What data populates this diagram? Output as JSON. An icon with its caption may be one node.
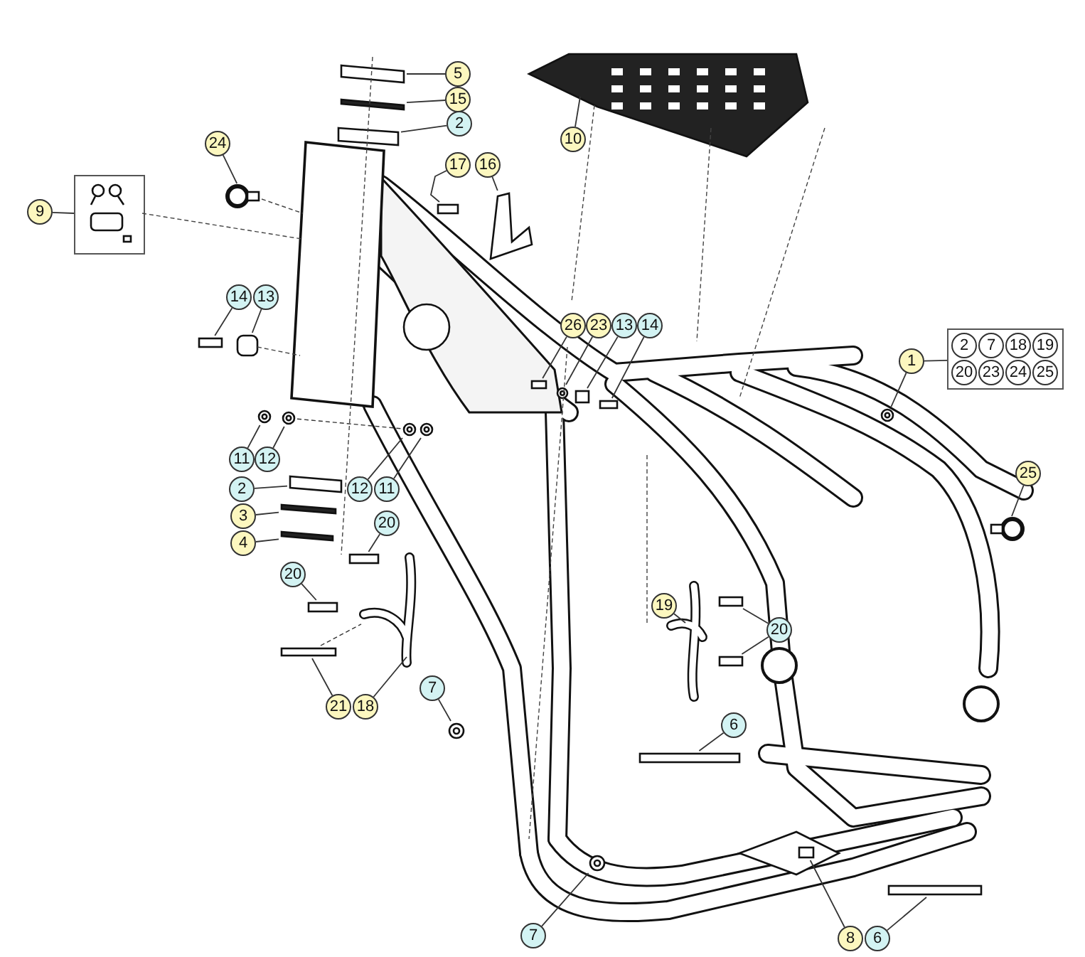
{
  "diagram": {
    "nodes": [
      {
        "text": [
          "5"
        ]
      },
      {
        "text": [
          "15"
        ]
      },
      {
        "text": [
          "2"
        ]
      },
      {
        "text": [
          "24"
        ]
      },
      {
        "text": [],
        "shape": "box"
      },
      {
        "text": [
          "9"
        ]
      },
      {
        "text": [
          "17"
        ]
      },
      {
        "text": [
          "16"
        ]
      },
      {
        "text": [
          "14"
        ]
      },
      {
        "text": [
          "13"
        ]
      },
      {
        "text": [
          "10"
        ]
      },
      {
        "text": [
          "26"
        ]
      },
      {
        "text": [
          "23"
        ]
      },
      {
        "text": [
          "13"
        ]
      },
      {
        "text": [
          "14"
        ]
      },
      {
        "text": [
          "1"
        ]
      },
      {
        "text": [],
        "shape": "box"
      },
      {
        "text": [
          "2"
        ],
        "in": 16
      },
      {
        "text": [
          "7"
        ],
        "in": 16
      },
      {
        "text": [
          "18"
        ],
        "in": 16
      },
      {
        "text": [
          "19"
        ],
        "in": 16
      },
      {
        "text": [
          "20"
        ],
        "in": 16
      },
      {
        "text": [
          "23"
        ],
        "in": 16
      },
      {
        "text": [
          "24"
        ],
        "in": 16
      },
      {
        "text": [
          "25"
        ],
        "in": 16
      },
      {
        "text": [
          "25"
        ]
      },
      {
        "text": [
          "11"
        ]
      },
      {
        "text": [
          "12"
        ]
      },
      {
        "text": [
          "2"
        ]
      },
      {
        "text": [
          "12"
        ]
      },
      {
        "text": [
          "11"
        ]
      },
      {
        "text": [
          "3"
        ]
      },
      {
        "text": [
          "4"
        ]
      },
      {
        "text": [
          "20"
        ]
      },
      {
        "text": [
          "20"
        ]
      },
      {
        "text": [
          "21"
        ]
      },
      {
        "text": [
          "18"
        ]
      },
      {
        "text": [
          "7"
        ]
      },
      {
        "text": [
          "19"
        ]
      },
      {
        "text": [
          "20"
        ]
      },
      {
        "text": [
          "6"
        ]
      },
      {
        "text": [
          "7"
        ]
      },
      {
        "text": [
          "8"
        ]
      },
      {
        "text": [
          "6"
        ]
      },
      {
        "text": [],
        "shape": "box"
      },
      {
        "text": [],
        "shape": "box"
      },
      {
        "text": [],
        "shape": "box"
      },
      {
        "text": [],
        "shape": "circle"
      },
      {
        "text": [],
        "shape": "box"
      },
      {
        "text": [],
        "shape": "picture"
      },
      {
        "text": [],
        "shape": "box"
      },
      {
        "text": [],
        "shape": "box"
      },
      {
        "text": [],
        "shape": "picture"
      },
      {
        "text": [],
        "shape": "box"
      },
      {
        "text": [],
        "shape": "circle"
      },
      {
        "text": [],
        "shape": "box"
      },
      {
        "text": [],
        "shape": "box"
      },
      {
        "text": [],
        "shape": "circle"
      },
      {
        "text": [],
        "shape": "circle"
      },
      {
        "text": [],
        "shape": "circle"
      },
      {
        "text": [],
        "shape": "circle"
      },
      {
        "text": [],
        "shape": "box"
      },
      {
        "text": [],
        "shape": "circle"
      },
      {
        "text": [],
        "shape": "circle"
      },
      {
        "text": [],
        "shape": "box"
      },
      {
        "text": [],
        "shape": "box"
      },
      {
        "text": [],
        "shape": "box"
      },
      {
        "text": [],
        "shape": "box"
      },
      {
        "text": [],
        "shape": "box"
      },
      {
        "text": [],
        "shape": "picture"
      },
      {
        "text": [],
        "shape": "circle"
      },
      {
        "text": [],
        "shape": "picture"
      },
      {
        "text": [],
        "shape": "box"
      },
      {
        "text": [],
        "shape": "box"
      },
      {
        "text": [],
        "shape": "box"
      },
      {
        "text": [],
        "shape": "circle"
      },
      {
        "text": [],
        "shape": "box"
      },
      {
        "text": [],
        "shape": "box"
      }
    ],
    "edges": [
      {
        "from": 0,
        "to": 44,
        "arrow": "none"
      },
      {
        "from": 1,
        "to": 45,
        "arrow": "none"
      },
      {
        "from": 2,
        "to": 46,
        "arrow": "none"
      },
      {
        "from": 3,
        "to": 47,
        "arrow": "none"
      },
      {
        "from": 5,
        "to": 4,
        "arrow": "none"
      },
      {
        "from": 6,
        "to": 48,
        "arrow": "none"
      },
      {
        "from": 7,
        "to": 49,
        "arrow": "none"
      },
      {
        "from": 8,
        "to": 50,
        "arrow": "none"
      },
      {
        "from": 9,
        "to": 51,
        "arrow": "none"
      },
      {
        "from": 10,
        "to": 52,
        "arrow": "none"
      },
      {
        "from": 11,
        "to": 53,
        "arrow": "none"
      },
      {
        "from": 12,
        "to": 54,
        "arrow": "none"
      },
      {
        "from": 13,
        "to": 55,
        "arrow": "none"
      },
      {
        "from": 14,
        "to": 56,
        "arrow": "none"
      },
      {
        "from": 15,
        "to": 16,
        "arrow": "none"
      },
      {
        "from": 15,
        "to": 57,
        "arrow": "none"
      },
      {
        "from": 25,
        "to": 58,
        "arrow": "none"
      },
      {
        "from": 26,
        "to": 59,
        "arrow": "none"
      },
      {
        "from": 27,
        "to": 60,
        "arrow": "none"
      },
      {
        "from": 28,
        "to": 61,
        "arrow": "none"
      },
      {
        "from": 29,
        "to": 62,
        "arrow": "none"
      },
      {
        "from": 30,
        "to": 63,
        "arrow": "none"
      },
      {
        "from": 31,
        "to": 64,
        "arrow": "none"
      },
      {
        "from": 32,
        "to": 65,
        "arrow": "none"
      },
      {
        "from": 33,
        "to": 66,
        "arrow": "none"
      },
      {
        "from": 34,
        "to": 67,
        "arrow": "none"
      },
      {
        "from": 35,
        "to": 68,
        "arrow": "none"
      },
      {
        "from": 36,
        "to": 69,
        "arrow": "none"
      },
      {
        "from": 37,
        "to": 70,
        "arrow": "none"
      },
      {
        "from": 38,
        "to": 71,
        "arrow": "none"
      },
      {
        "from": 39,
        "to": 72,
        "arrow": "none"
      },
      {
        "from": 39,
        "to": 73,
        "arrow": "none"
      },
      {
        "from": 40,
        "to": 74,
        "arrow": "none"
      },
      {
        "from": 41,
        "to": 75,
        "arrow": "none"
      },
      {
        "from": 42,
        "to": 76,
        "arrow": "none"
      },
      {
        "from": 43,
        "to": 77,
        "arrow": "none"
      },
      {
        "from": 60,
        "to": 62,
        "arrow": "none",
        "style": "dashed"
      },
      {
        "from": 68,
        "to": 69,
        "arrow": "none",
        "style": "dashed"
      }
    ]
  }
}
